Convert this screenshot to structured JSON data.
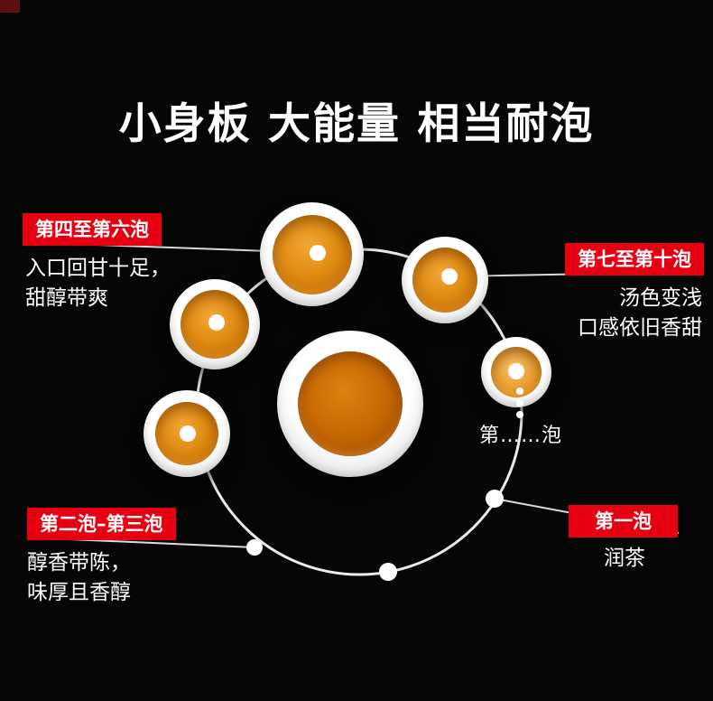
{
  "title": "小身板 大能量 相当耐泡",
  "colors": {
    "badge_red": "#e60012",
    "bg": "#060606",
    "tea_mid": "#e18e14",
    "tea_dark": "#bd6604",
    "ring_white": "#ffffff"
  },
  "stages": {
    "s46": {
      "badge": "第四至第六泡",
      "desc": "入口回甘十足，\n甜醇带爽"
    },
    "s710": {
      "badge": "第七至第十泡",
      "desc": "汤色变浅\n口感依旧香甜"
    },
    "sn": {
      "label": "第……泡"
    },
    "s23": {
      "badge": "第二泡–第三泡",
      "desc": "醇香带陈，\n味厚且香醇"
    },
    "s1": {
      "badge": "第一泡",
      "desc": "润茶"
    }
  }
}
